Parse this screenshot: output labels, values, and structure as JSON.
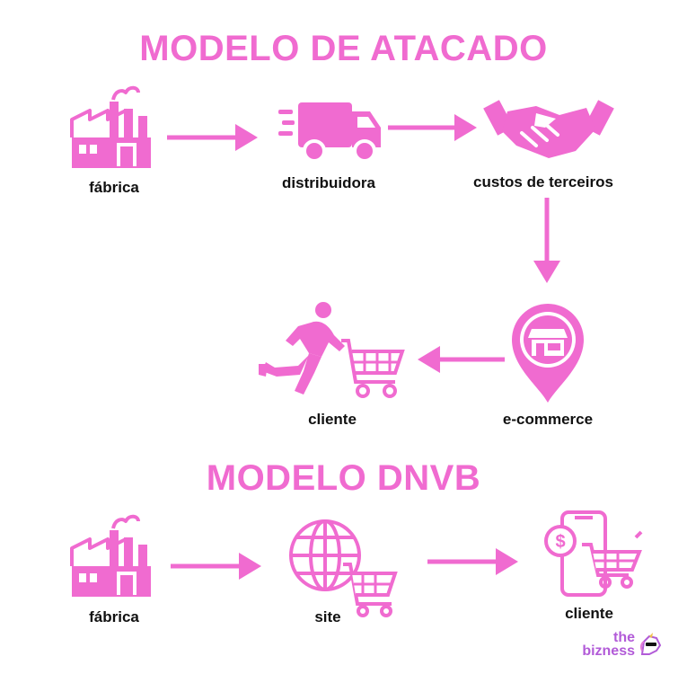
{
  "colors": {
    "accent": "#f06bd0",
    "text": "#111111",
    "logo": "#b25bd8"
  },
  "titles": {
    "wholesale": "MODELO DE ATACADO",
    "dnvb": "MODELO DNVB"
  },
  "wholesale_flow": {
    "factory": {
      "label": "fábrica",
      "icon": "factory-icon"
    },
    "distributor": {
      "label": "distribuidora",
      "icon": "delivery-truck-icon"
    },
    "third_party": {
      "label": "custos de terceiros",
      "icon": "handshake-icon"
    },
    "ecommerce": {
      "label": "e-commerce",
      "icon": "store-location-pin-icon"
    },
    "customer": {
      "label": "cliente",
      "icon": "running-shopper-cart-icon"
    }
  },
  "dnvb_flow": {
    "factory": {
      "label": "fábrica",
      "icon": "factory-icon"
    },
    "site": {
      "label": "site",
      "icon": "globe-cart-icon"
    },
    "customer": {
      "label": "cliente",
      "icon": "phone-cart-icon"
    }
  },
  "logo": {
    "line1": "the",
    "line2": "bizness",
    "icon": "unicorn-sunglasses-icon"
  }
}
